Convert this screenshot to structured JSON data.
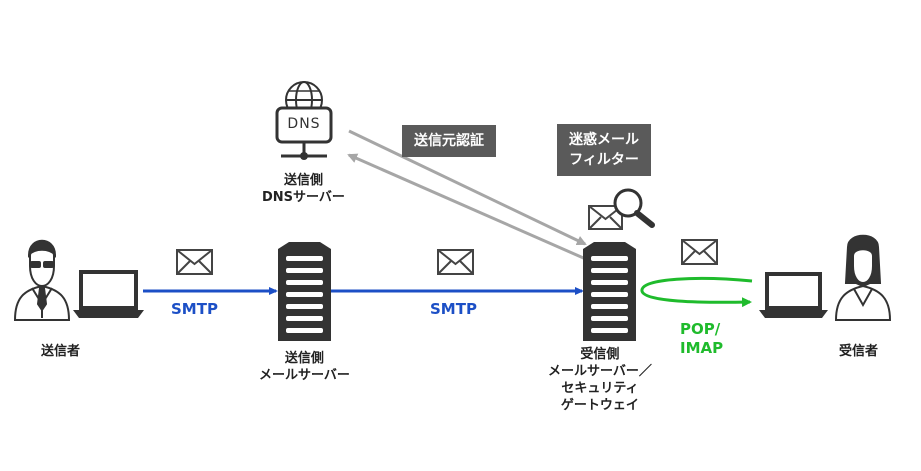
{
  "sender": {
    "label": "送信者"
  },
  "sender_server": {
    "label_line1": "送信側",
    "label_line2": "メールサーバー"
  },
  "dns_server": {
    "icon_text": "DNS",
    "label_line1": "送信側",
    "label_line2": "DNSサーバー"
  },
  "receiver_server": {
    "label_line1": "受信側",
    "label_line2": "メールサーバー／",
    "label_line3": "セキュリティ",
    "label_line4": "ゲートウェイ"
  },
  "receiver": {
    "label": "受信者"
  },
  "protocols": {
    "smtp_1": "SMTP",
    "smtp_2": "SMTP",
    "pop_line1": "POP/",
    "pop_line2": "IMAP"
  },
  "badges": {
    "sender_auth": "送信元認証",
    "spam_filter_line1": "迷惑メール",
    "spam_filter_line2": "フィルター"
  },
  "colors": {
    "smtp": "#1c4fc6",
    "pop": "#1fbb2c",
    "auth_arrow": "#a6a6a6",
    "badge_bg": "#5a5a5a",
    "icon": "#333333"
  }
}
